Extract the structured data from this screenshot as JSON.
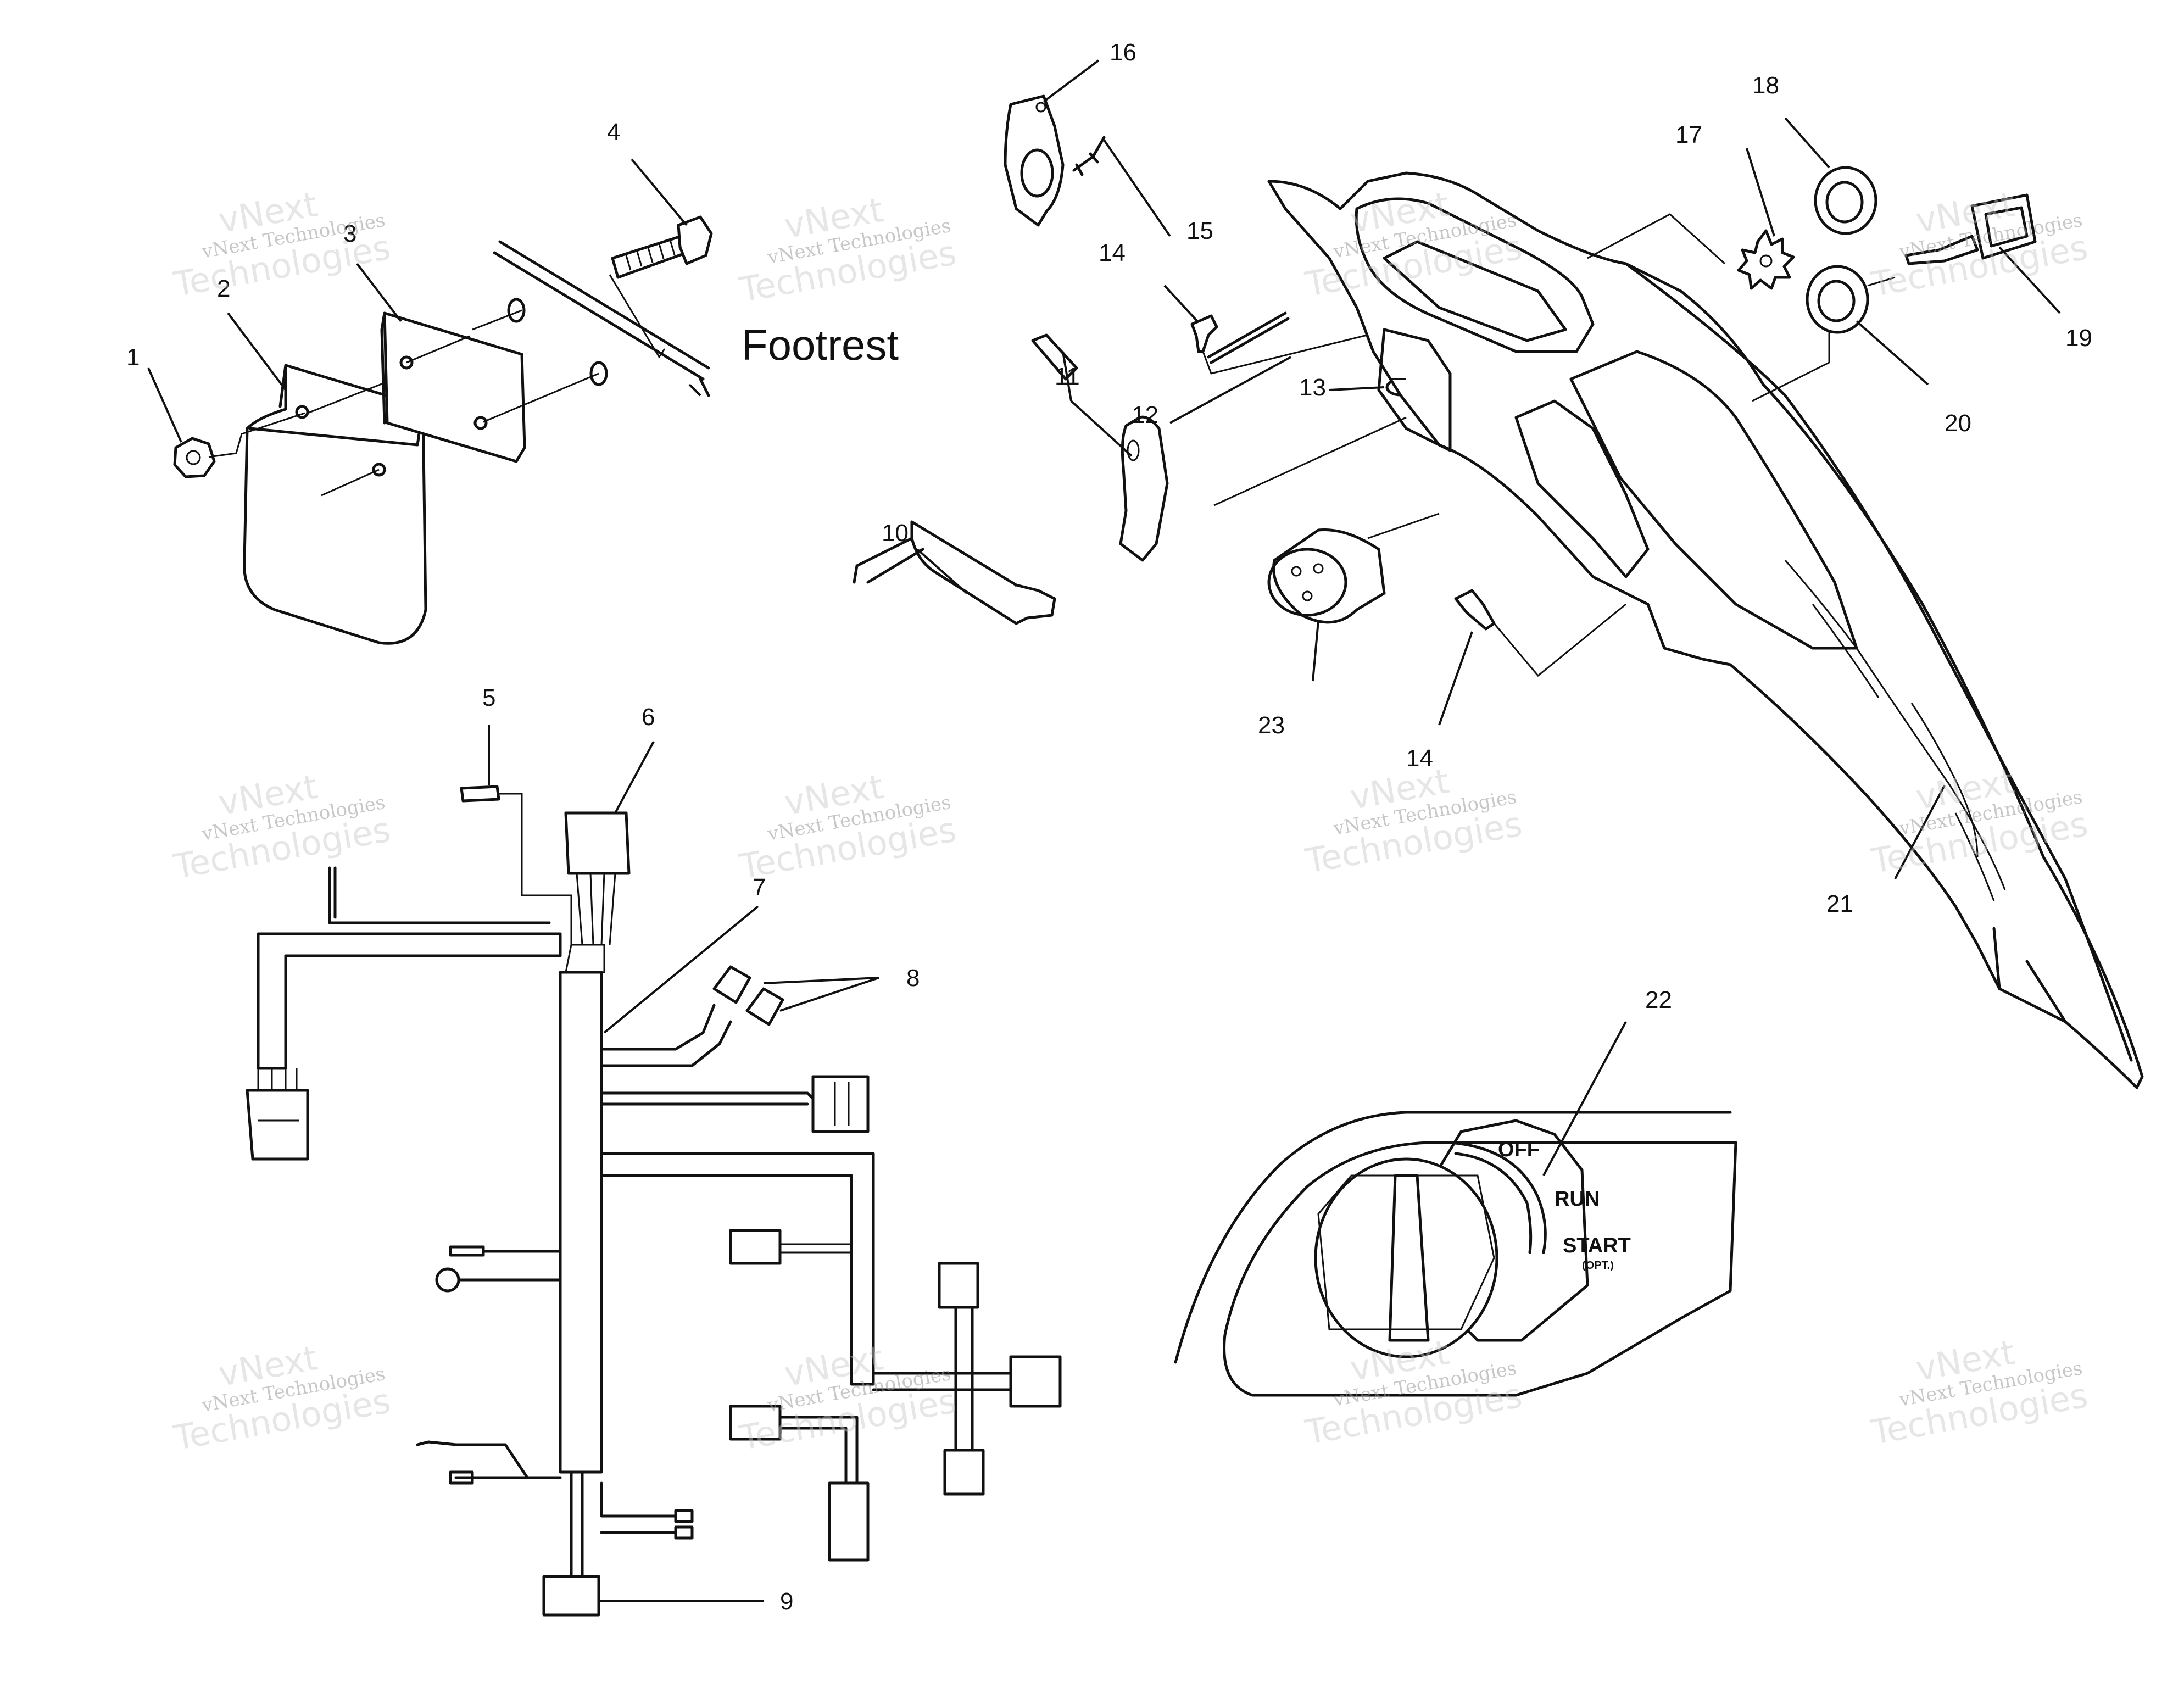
{
  "diagram": {
    "footrest_label": "Footrest",
    "callouts": [
      "1",
      "2",
      "3",
      "4",
      "5",
      "6",
      "7",
      "8",
      "9",
      "10",
      "11",
      "12",
      "13",
      "14",
      "15",
      "16",
      "17",
      "18",
      "19",
      "20",
      "21",
      "22",
      "23",
      "14"
    ],
    "switch_positions": {
      "off": "OFF",
      "run": "RUN",
      "start": "START",
      "start_note": "(OPT.)"
    },
    "watermark": {
      "line1": "vNext Technologies",
      "line2": "vNext",
      "line3": "Technologies"
    }
  }
}
